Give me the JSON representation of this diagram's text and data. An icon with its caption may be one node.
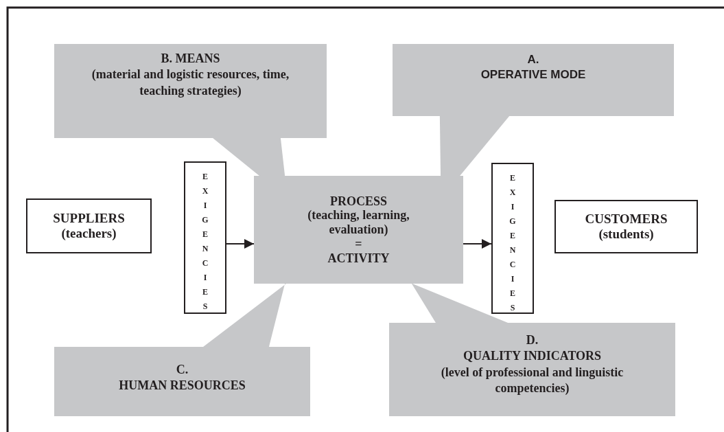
{
  "diagram": {
    "nodes": [
      {
        "text": [
          "B. MEANS",
          "(material and logistic resources, time, teaching strategies)"
        ]
      },
      {
        "text": [
          "A.",
          "OPERATIVE MODE"
        ]
      },
      {
        "text": [
          "SUPPLIERS",
          "(teachers)"
        ]
      },
      {
        "text": [
          "EXIGENCIES"
        ]
      },
      {
        "text": [
          "PROCESS",
          "(teaching, learning, evaluation)",
          "=",
          "ACTIVITY"
        ]
      },
      {
        "text": [
          "EXIGENCIES"
        ]
      },
      {
        "text": [
          "CUSTOMERS",
          "(students)"
        ]
      },
      {
        "text": [
          "C.",
          "HUMAN RESOURCES"
        ]
      },
      {
        "text": [
          "D.",
          "QUALITY INDICATORS",
          "(level of professional and linguistic competencies)"
        ]
      }
    ],
    "edges": [
      {
        "from": 3,
        "to": 4,
        "arrow": "to"
      },
      {
        "from": 4,
        "to": 5,
        "arrow": "to"
      },
      {
        "from": 0,
        "to": 4,
        "arrow": "none",
        "color": "#c6c7c9"
      },
      {
        "from": 1,
        "to": 4,
        "arrow": "none",
        "color": "#c6c7c9"
      },
      {
        "from": 7,
        "to": 4,
        "arrow": "none",
        "color": "#c6c7c9"
      },
      {
        "from": 8,
        "to": 4,
        "arrow": "none",
        "color": "#c6c7c9"
      }
    ]
  }
}
